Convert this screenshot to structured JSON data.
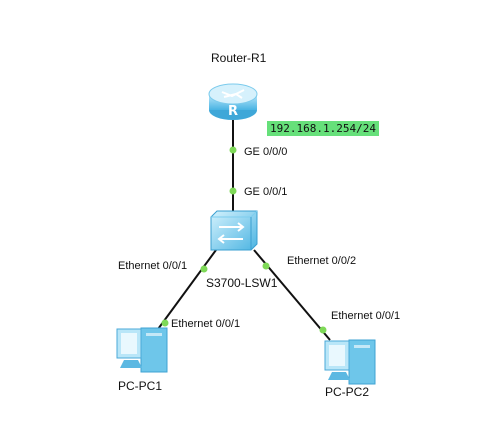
{
  "devices": {
    "router": {
      "name": "Router-R1",
      "ip": "192.168.1.254/24"
    },
    "switch": {
      "name": "S3700-LSW1"
    },
    "pc1": {
      "name": "PC-PC1"
    },
    "pc2": {
      "name": "PC-PC2"
    }
  },
  "links": [
    {
      "a": "router",
      "a_port": "GE 0/0/0",
      "b": "switch",
      "b_port": "GE 0/0/1"
    },
    {
      "a": "switch",
      "a_port": "Ethernet 0/0/1",
      "b": "pc1",
      "b_port": "Ethernet 0/0/1"
    },
    {
      "a": "switch",
      "a_port": "Ethernet 0/0/2",
      "b": "pc2",
      "b_port": "Ethernet 0/0/1"
    }
  ],
  "colors": {
    "link": "#111111",
    "port_dot": "#7ed957",
    "device": "#5cc0e8",
    "ip_bg": "#66e07a"
  }
}
